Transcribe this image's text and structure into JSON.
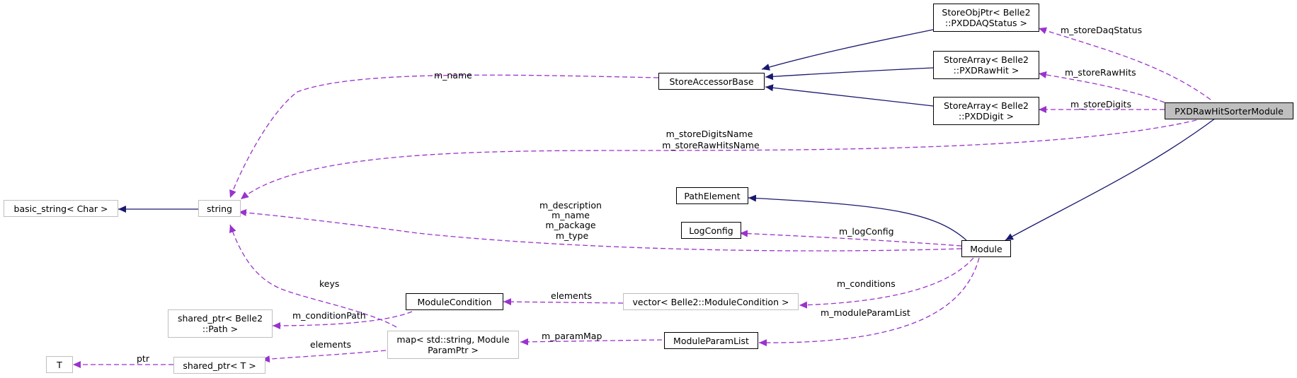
{
  "colors": {
    "inheritance": "#191970",
    "usage": "#9a32cd",
    "node_border": "#000000",
    "external_border": "#bfbfbf",
    "focus_fill": "#bfbfbf"
  },
  "nodes": {
    "pxdrawhitsorter": {
      "lines": [
        "PXDRawHitSorterModule"
      ]
    },
    "storeobjptr": {
      "lines": [
        "StoreObjPtr< Belle2",
        "::PXDDAQStatus >"
      ]
    },
    "storearray_rawhit": {
      "lines": [
        "StoreArray< Belle2",
        "::PXDRawHit >"
      ]
    },
    "storearray_digit": {
      "lines": [
        "StoreArray< Belle2",
        "::PXDDigit >"
      ]
    },
    "storeaccessorbase": {
      "lines": [
        "StoreAccessorBase"
      ]
    },
    "basic_string": {
      "lines": [
        "basic_string< Char >"
      ]
    },
    "string": {
      "lines": [
        "string"
      ]
    },
    "pathelement": {
      "lines": [
        "PathElement"
      ]
    },
    "logconfig": {
      "lines": [
        "LogConfig"
      ]
    },
    "module": {
      "lines": [
        "Module"
      ]
    },
    "modulecondition": {
      "lines": [
        "ModuleCondition"
      ]
    },
    "vector_modulecondition": {
      "lines": [
        "vector< Belle2::ModuleCondition >"
      ]
    },
    "shared_ptr_path": {
      "lines": [
        "shared_ptr< Belle2",
        "::Path >"
      ]
    },
    "map": {
      "lines": [
        "map< std::string, Module",
        "ParamPtr >"
      ]
    },
    "moduleparamlist": {
      "lines": [
        "ModuleParamList"
      ]
    },
    "t": {
      "lines": [
        "T"
      ]
    },
    "shared_ptr_t": {
      "lines": [
        "shared_ptr< T >"
      ]
    }
  },
  "edge_labels": {
    "m_storeDaqStatus": [
      "m_storeDaqStatus"
    ],
    "m_storeRawHits": [
      "m_storeRawHits"
    ],
    "m_storeDigits": [
      "m_storeDigits"
    ],
    "m_name": [
      "m_name"
    ],
    "string_names": [
      "m_storeDigitsName",
      "m_storeRawHitsName"
    ],
    "module_strings": [
      "m_description",
      "m_name",
      "m_package",
      "m_type"
    ],
    "m_logConfig": [
      "m_logConfig"
    ],
    "m_conditions": [
      "m_conditions"
    ],
    "m_moduleParamList": [
      "m_moduleParamList"
    ],
    "elements_cond": [
      "elements"
    ],
    "m_conditionPath": [
      "m_conditionPath"
    ],
    "keys": [
      "keys"
    ],
    "m_paramMap": [
      "m_paramMap"
    ],
    "elements_map": [
      "elements"
    ],
    "ptr": [
      "ptr"
    ]
  }
}
